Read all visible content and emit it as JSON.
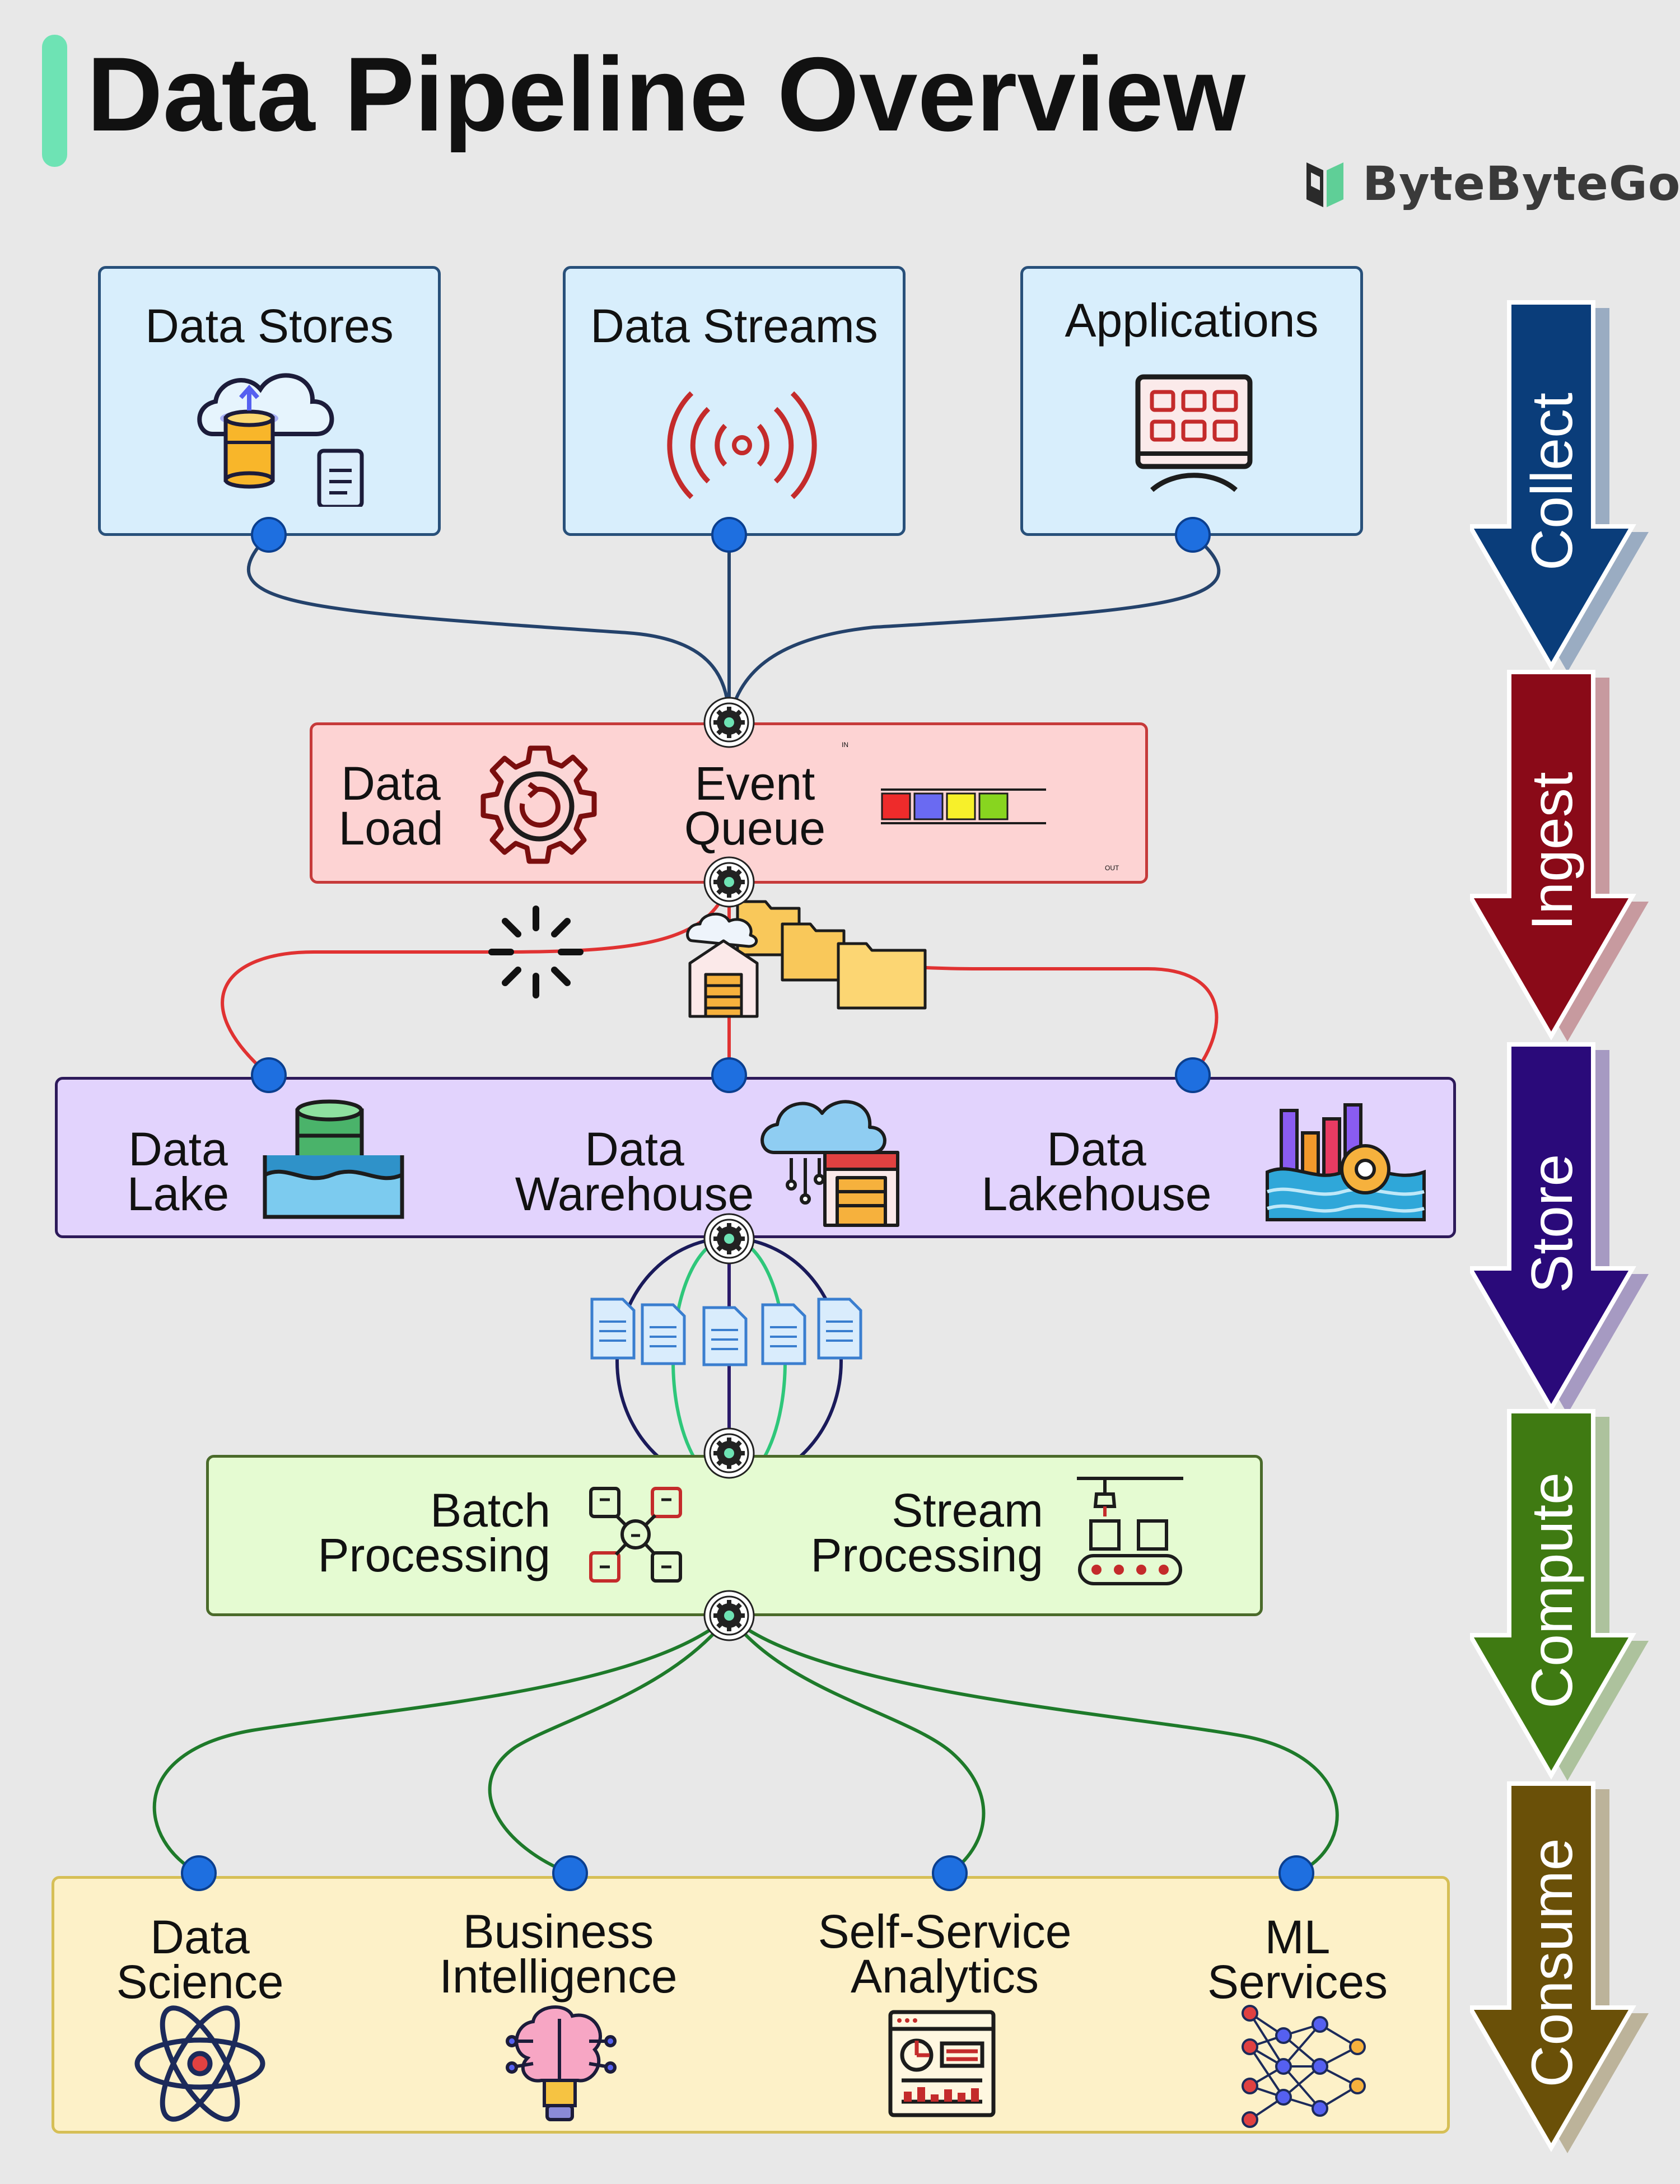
{
  "title": "Data Pipeline Overview",
  "brand": {
    "name": "ByteByteGo",
    "icon": "bytebytego-logo-icon"
  },
  "collect": {
    "sources": [
      {
        "label": "Data Stores",
        "icon": "cloud-database-icon"
      },
      {
        "label": "Data Streams",
        "icon": "broadcast-signal-icon"
      },
      {
        "label": "Applications",
        "icon": "app-grid-monitor-icon"
      }
    ]
  },
  "ingest": {
    "data_load": {
      "line1": "Data",
      "line2": "Load",
      "icon": "gear-refresh-icon"
    },
    "event_queue": {
      "line1": "Event",
      "line2": "Queue",
      "icon": "queue-buffer-icon",
      "in_label": "IN",
      "out_label": "OUT"
    }
  },
  "store": {
    "items": [
      {
        "line1": "Data",
        "line2": "Lake",
        "icon": "database-water-icon"
      },
      {
        "line1": "Data",
        "line2": "Warehouse",
        "icon": "cloud-warehouse-icon"
      },
      {
        "line1": "Data",
        "line2": "Lakehouse",
        "icon": "chart-water-gear-icon"
      }
    ]
  },
  "compute": {
    "batch": {
      "line1": "Batch",
      "line2": "Processing",
      "icon": "batch-boxes-icon"
    },
    "stream": {
      "line1": "Stream",
      "line2": "Processing",
      "icon": "conveyor-belt-icon"
    }
  },
  "consume": {
    "items": [
      {
        "line1": "Data",
        "line2": "Science",
        "icon": "atom-icon"
      },
      {
        "line1": "Business",
        "line2": "Intelligence",
        "icon": "brain-bulb-icon"
      },
      {
        "line1": "Self-Service",
        "line2": "Analytics",
        "icon": "dashboard-browser-icon"
      },
      {
        "line1": "ML",
        "line2": "Services",
        "icon": "neural-network-icon"
      }
    ]
  },
  "stages": [
    {
      "label": "Collect",
      "color": "#0a3d7a"
    },
    {
      "label": "Ingest",
      "color": "#8a0a18"
    },
    {
      "label": "Store",
      "color": "#2a0a7a"
    },
    {
      "label": "Compute",
      "color": "#3f7a12"
    },
    {
      "label": "Consume",
      "color": "#6a5008"
    }
  ],
  "colors": {
    "collect_fill": "#d8eefc",
    "ingest_fill": "#fdd3d3",
    "store_fill": "#e2d3fd",
    "compute_fill": "#e5fbd2",
    "consume_fill": "#fdf1c8",
    "connector_dot": "#1e6fe0"
  }
}
